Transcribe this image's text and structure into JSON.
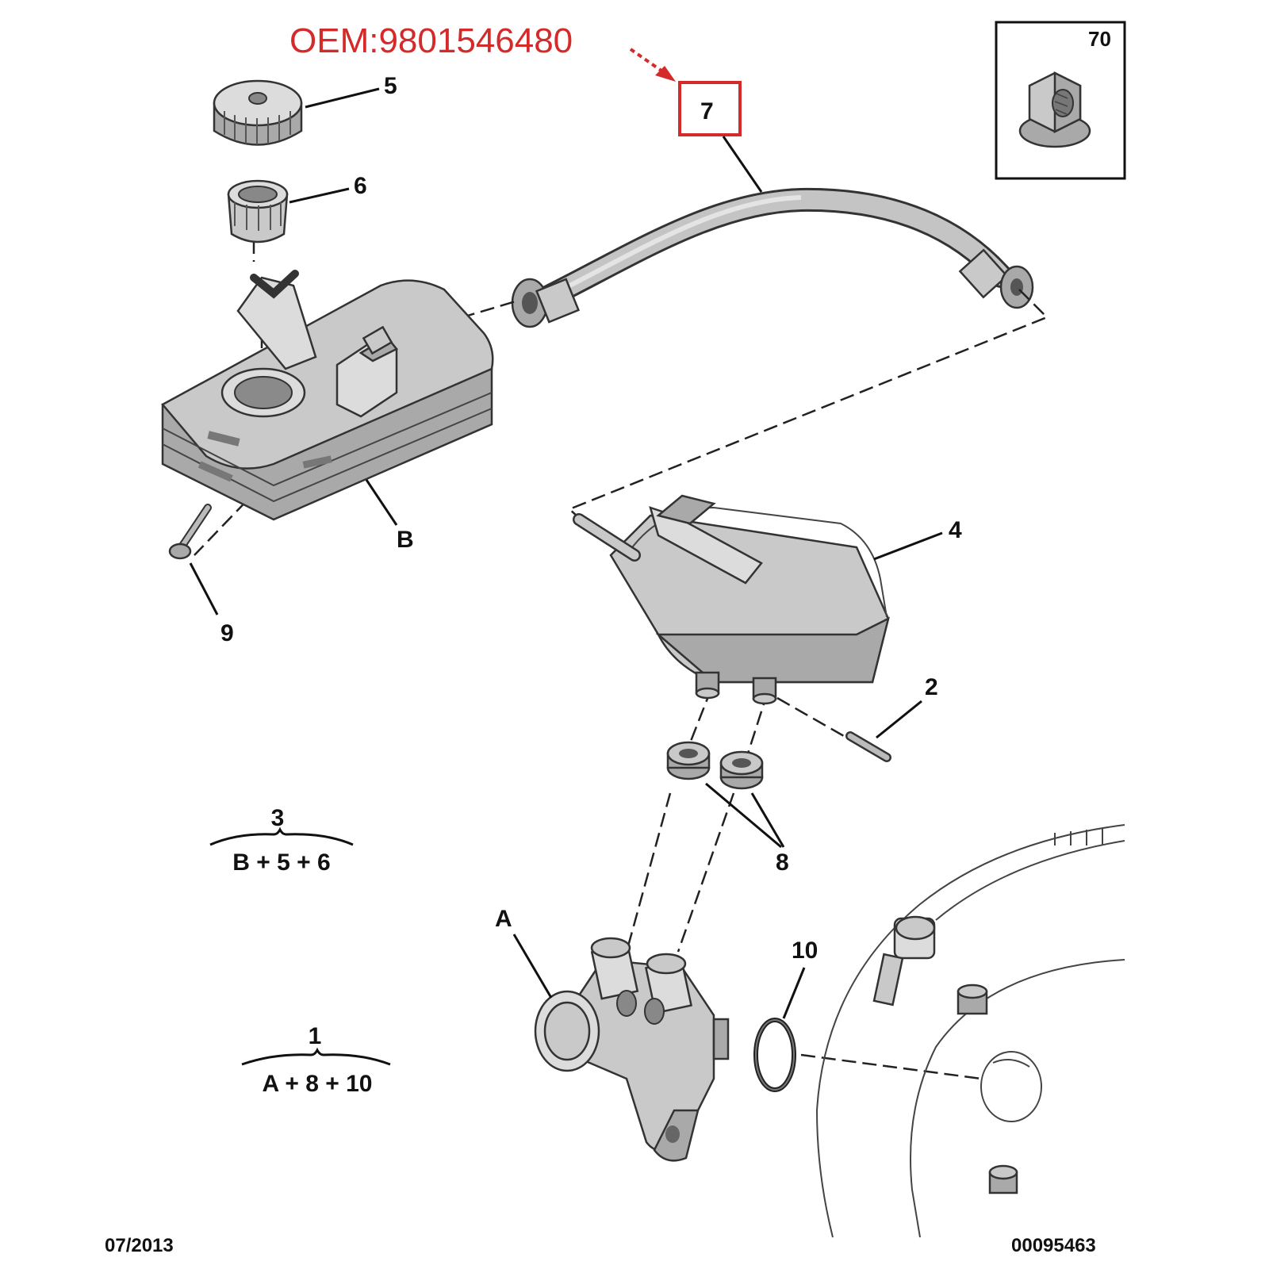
{
  "oem": {
    "label": "OEM:9801546480"
  },
  "inset": {
    "label": "70",
    "icon": "flange-nut-icon"
  },
  "callouts": {
    "c7": "7",
    "c5": "5",
    "c6": "6",
    "cB": "B",
    "c9": "9",
    "c4": "4",
    "c2": "2",
    "c8": "8",
    "cA": "A",
    "c10": "10"
  },
  "assemblies": {
    "kit3": {
      "number": "3",
      "formula": "B + 5 + 6"
    },
    "kit1": {
      "number": "1",
      "formula": "A + 8 + 10"
    }
  },
  "footer": {
    "date": "07/2013",
    "ref": "00095463"
  },
  "colors": {
    "oem_red": "#d42a2a",
    "highlight_box": "#d42a2a",
    "line": "#111111"
  }
}
